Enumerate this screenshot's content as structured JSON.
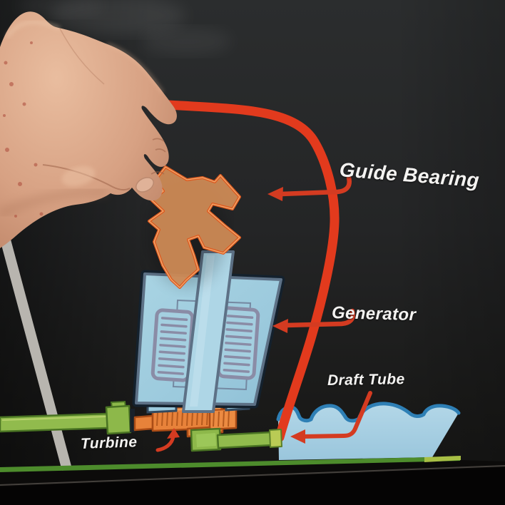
{
  "labels": {
    "guide_bearing": "Guide Bearing",
    "generator": "Generator",
    "draft_tube": "Draft Tube",
    "turbine": "Turbine"
  },
  "colors": {
    "board_background": "#232425",
    "outline_red": "#e23a1d",
    "arrow_red": "#d43b21",
    "generator_blue": "#9ccadd",
    "rotor_shaft_blue": "#aed6e6",
    "water_blue": "#a9d1e4",
    "water_edge_blue": "#2e7fb5",
    "machine_green": "#91bb4d",
    "floor_line_green": "#4d8c2c",
    "turbine_orange": "#e8823a",
    "puzzle_piece_orange": "#cd8a55",
    "wall_stripe_gray": "#cfccc5",
    "label_text_white": "#f4f3f1"
  }
}
